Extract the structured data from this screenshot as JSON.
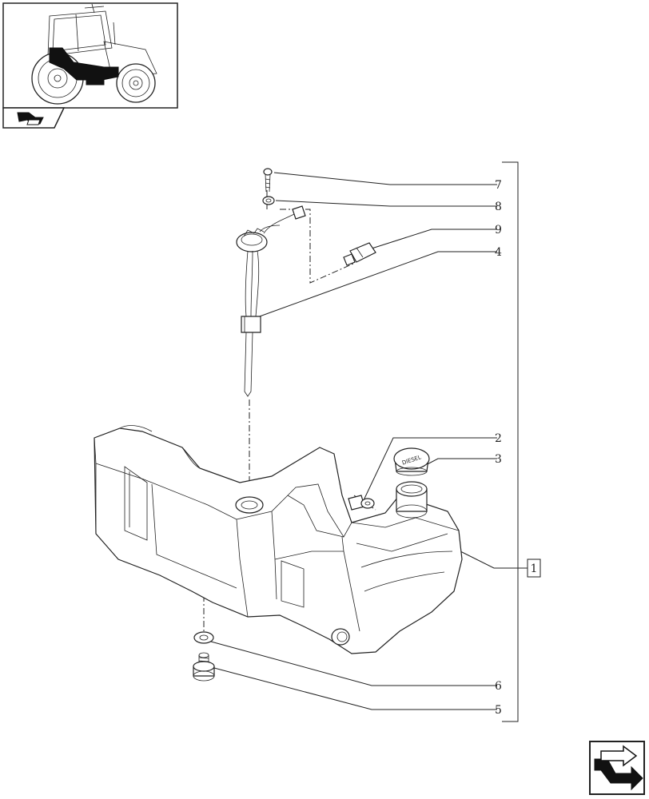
{
  "diagram": {
    "callouts": [
      {
        "id": "7",
        "label": "7"
      },
      {
        "id": "8",
        "label": "8"
      },
      {
        "id": "9",
        "label": "9"
      },
      {
        "id": "4",
        "label": "4"
      },
      {
        "id": "2",
        "label": "2"
      },
      {
        "id": "3",
        "label": "3"
      },
      {
        "id": "6",
        "label": "6"
      },
      {
        "id": "5",
        "label": "5"
      }
    ],
    "assembly_ref": "1",
    "cap_text": "DIESEL",
    "icons": {
      "thumbnail": "tractor-thumbnail-icon",
      "section": "section-nav-icon",
      "next_page": "next-page-arrow-icon"
    }
  }
}
